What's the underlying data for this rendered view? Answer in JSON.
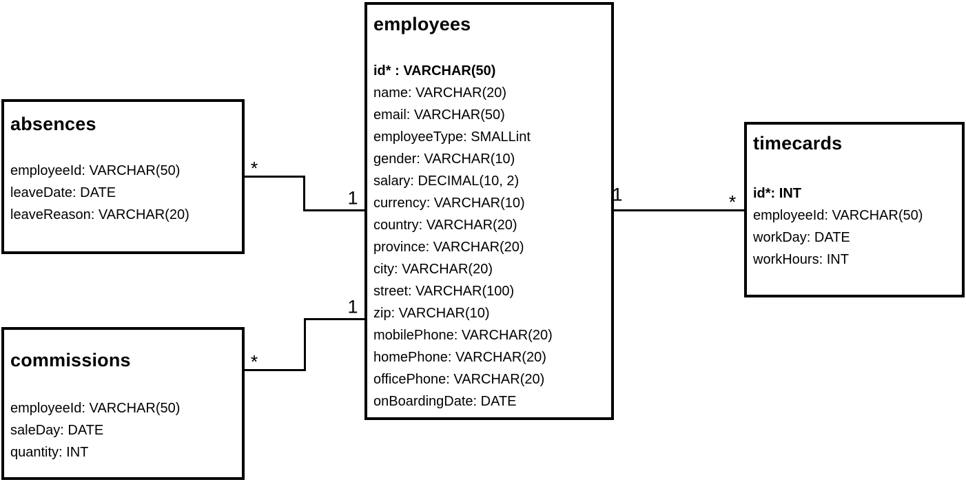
{
  "diagram": {
    "type": "entity-relationship",
    "colors": {
      "line": "#000000",
      "background": "#ffffff",
      "text": "#000000"
    },
    "entities": {
      "absences": {
        "title": "absences",
        "fields": [
          {
            "text": "employeeId: VARCHAR(50)",
            "pk": false
          },
          {
            "text": "leaveDate: DATE",
            "pk": false
          },
          {
            "text": "leaveReason: VARCHAR(20)",
            "pk": false
          }
        ]
      },
      "commissions": {
        "title": "commissions",
        "fields": [
          {
            "text": "employeeId: VARCHAR(50)",
            "pk": false
          },
          {
            "text": "saleDay: DATE",
            "pk": false
          },
          {
            "text": "quantity: INT",
            "pk": false
          }
        ]
      },
      "employees": {
        "title": "employees",
        "fields": [
          {
            "text": "id* : VARCHAR(50)",
            "pk": true
          },
          {
            "text": "name: VARCHAR(20)",
            "pk": false
          },
          {
            "text": "email: VARCHAR(50)",
            "pk": false
          },
          {
            "text": "employeeType: SMALLint",
            "pk": false
          },
          {
            "text": "gender: VARCHAR(10)",
            "pk": false
          },
          {
            "text": "salary: DECIMAL(10, 2)",
            "pk": false
          },
          {
            "text": "currency: VARCHAR(10)",
            "pk": false
          },
          {
            "text": "country: VARCHAR(20)",
            "pk": false
          },
          {
            "text": "province: VARCHAR(20)",
            "pk": false
          },
          {
            "text": "city: VARCHAR(20)",
            "pk": false
          },
          {
            "text": "street: VARCHAR(100)",
            "pk": false
          },
          {
            "text": "zip: VARCHAR(10)",
            "pk": false
          },
          {
            "text": "mobilePhone: VARCHAR(20)",
            "pk": false
          },
          {
            "text": "homePhone: VARCHAR(20)",
            "pk": false
          },
          {
            "text": "officePhone: VARCHAR(20)",
            "pk": false
          },
          {
            "text": "onBoardingDate: DATE",
            "pk": false
          }
        ]
      },
      "timecards": {
        "title": "timecards",
        "fields": [
          {
            "text": "id*: INT",
            "pk": true
          },
          {
            "text": "employeeId: VARCHAR(50)",
            "pk": false
          },
          {
            "text": "workDay: DATE",
            "pk": false
          },
          {
            "text": "workHours: INT",
            "pk": false
          }
        ]
      }
    },
    "relationships": [
      {
        "from": "absences",
        "to": "employees",
        "from_label": "*",
        "to_label": "1"
      },
      {
        "from": "commissions",
        "to": "employees",
        "from_label": "*",
        "to_label": "1"
      },
      {
        "from": "employees",
        "to": "timecards",
        "from_label": "1",
        "to_label": "*"
      }
    ]
  }
}
